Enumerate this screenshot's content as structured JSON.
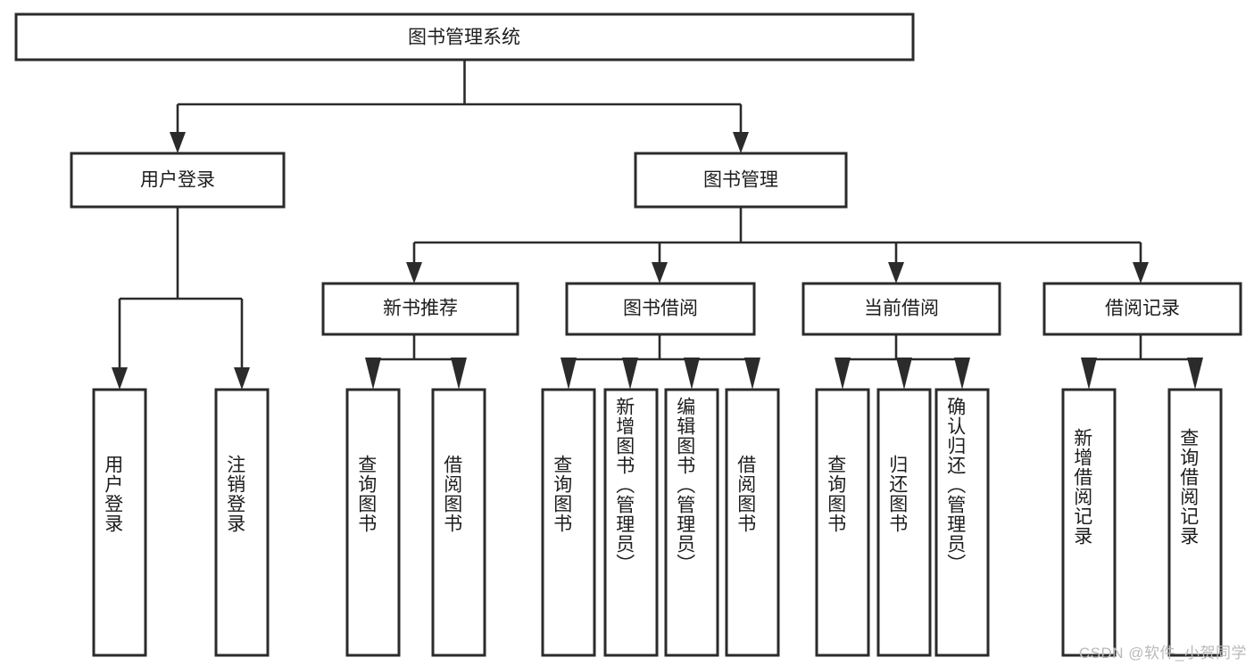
{
  "diagram": {
    "title_node": {
      "label": "图书管理系统"
    },
    "level2": [
      {
        "id": "user-login",
        "label": "用户登录"
      },
      {
        "id": "book-management",
        "label": "图书管理"
      }
    ],
    "level3": [
      {
        "id": "new-book-recommend",
        "label": "新书推荐"
      },
      {
        "id": "book-borrow",
        "label": "图书借阅"
      },
      {
        "id": "current-borrow",
        "label": "当前借阅"
      },
      {
        "id": "borrow-record",
        "label": "借阅记录"
      }
    ],
    "leaves": [
      {
        "id": "leaf-user-login",
        "label": "用户登录",
        "parent": "user-login"
      },
      {
        "id": "leaf-logout-login",
        "label": "注销登录",
        "parent": "user-login"
      },
      {
        "id": "leaf-query-books-1",
        "label": "查询图书",
        "parent": "new-book-recommend"
      },
      {
        "id": "leaf-borrow-books-1",
        "label": "借阅图书",
        "parent": "new-book-recommend"
      },
      {
        "id": "leaf-query-books-2",
        "label": "查询图书",
        "parent": "book-borrow"
      },
      {
        "id": "leaf-add-book",
        "label": "新增图书（管理员）",
        "parent": "book-borrow"
      },
      {
        "id": "leaf-edit-book",
        "label": "编辑图书（管理员）",
        "parent": "book-borrow"
      },
      {
        "id": "leaf-borrow-books-2",
        "label": "借阅图书",
        "parent": "book-borrow"
      },
      {
        "id": "leaf-query-books-3",
        "label": "查询图书",
        "parent": "current-borrow"
      },
      {
        "id": "leaf-return-book",
        "label": "归还图书",
        "parent": "current-borrow"
      },
      {
        "id": "leaf-confirm-return",
        "label": "确认归还（管理员）",
        "parent": "current-borrow"
      },
      {
        "id": "leaf-add-record",
        "label": "新增借阅记录",
        "parent": "borrow-record"
      },
      {
        "id": "leaf-query-record",
        "label": "查询借阅记录",
        "parent": "borrow-record"
      }
    ],
    "watermark": "CSDN @软件_小贺同学",
    "colors": {
      "stroke": "#2b2b2b",
      "fill": "#ffffff",
      "text": "#1d1d1d",
      "watermark": "#b9b9b9"
    }
  }
}
